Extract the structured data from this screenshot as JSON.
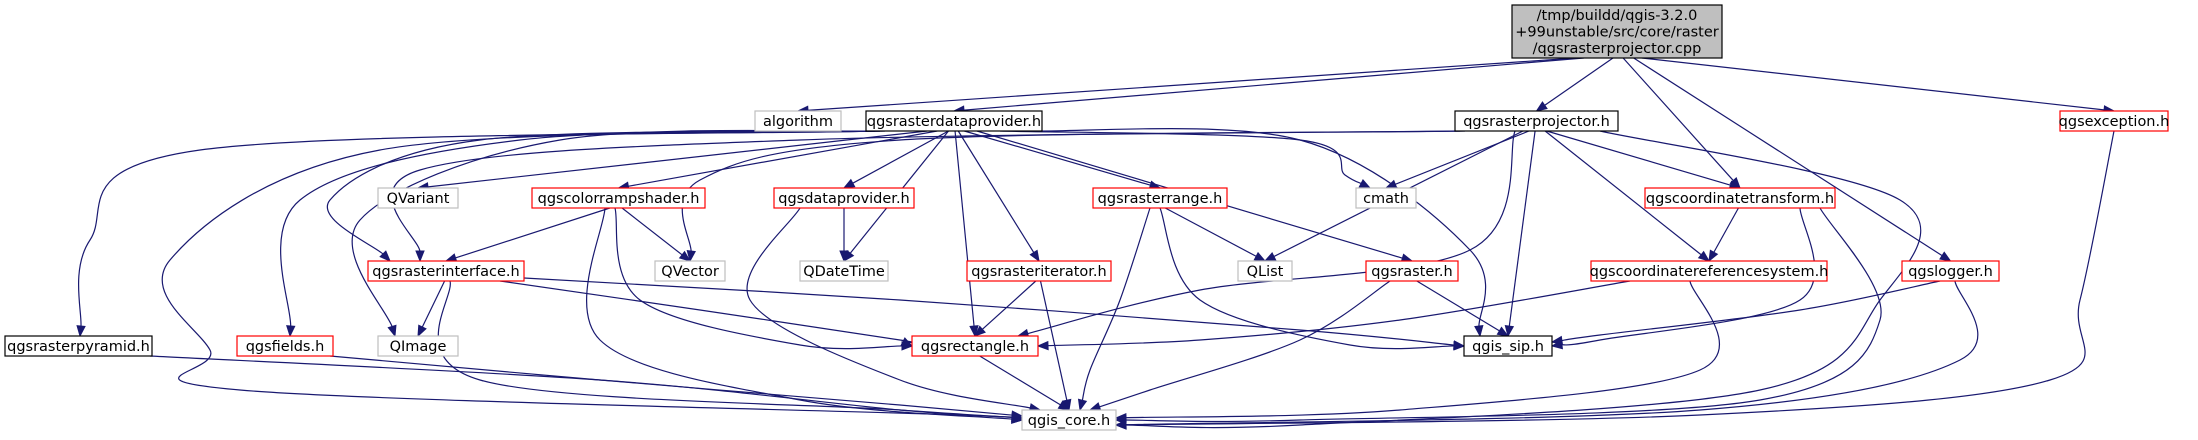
{
  "graph": {
    "colors": {
      "edge": "#191970",
      "root_fill": "#bfbfbf",
      "root_border": "#000000",
      "documented_border": "#000000",
      "incomplete_border": "#ff0000",
      "external_border": "#bfbfbf"
    },
    "nodes": [
      {
        "id": "root",
        "label": "/tmp/buildd/qgis-3.2.0\n+99unstable/src/core/raster\n/qgsrasterprojector.cpp",
        "kind": "root"
      },
      {
        "id": "algorithm",
        "label": "algorithm",
        "kind": "external"
      },
      {
        "id": "qgsrasterdataprovider_h",
        "label": "qgsrasterdataprovider.h",
        "kind": "documented"
      },
      {
        "id": "qgsrasterprojector_h",
        "label": "qgsrasterprojector.h",
        "kind": "documented"
      },
      {
        "id": "qgsexception_h",
        "label": "qgsexception.h",
        "kind": "incomplete"
      },
      {
        "id": "QVariant",
        "label": "QVariant",
        "kind": "external"
      },
      {
        "id": "qgscolorrampshader_h",
        "label": "qgscolorrampshader.h",
        "kind": "incomplete"
      },
      {
        "id": "qgsdataprovider_h",
        "label": "qgsdataprovider.h",
        "kind": "incomplete"
      },
      {
        "id": "qgsrasterrange_h",
        "label": "qgsrasterrange.h",
        "kind": "incomplete"
      },
      {
        "id": "cmath",
        "label": "cmath",
        "kind": "external"
      },
      {
        "id": "qgscoordinatetransform_h",
        "label": "qgscoordinatetransform.h",
        "kind": "incomplete"
      },
      {
        "id": "qgslogger_h",
        "label": "qgslogger.h",
        "kind": "incomplete"
      },
      {
        "id": "qgsrasterinterface_h",
        "label": "qgsrasterinterface.h",
        "kind": "incomplete"
      },
      {
        "id": "QVector",
        "label": "QVector",
        "kind": "external"
      },
      {
        "id": "QDateTime",
        "label": "QDateTime",
        "kind": "external"
      },
      {
        "id": "qgsrasteriterator_h",
        "label": "qgsrasteriterator.h",
        "kind": "incomplete"
      },
      {
        "id": "QList",
        "label": "QList",
        "kind": "external"
      },
      {
        "id": "qgsraster_h",
        "label": "qgsraster.h",
        "kind": "incomplete"
      },
      {
        "id": "qgscoordinatereferencesystem_h",
        "label": "qgscoordinatereferencesystem.h",
        "kind": "incomplete"
      },
      {
        "id": "qgsrasterpyramid_h",
        "label": "qgsrasterpyramid.h",
        "kind": "documented"
      },
      {
        "id": "qgsfields_h",
        "label": "qgsfields.h",
        "kind": "incomplete"
      },
      {
        "id": "QImage",
        "label": "QImage",
        "kind": "external"
      },
      {
        "id": "qgsrectangle_h",
        "label": "qgsrectangle.h",
        "kind": "incomplete"
      },
      {
        "id": "qgis_sip_h",
        "label": "qgis_sip.h",
        "kind": "documented"
      },
      {
        "id": "qgis_core_h",
        "label": "qgis_core.h",
        "kind": "external"
      }
    ],
    "edges": [
      [
        "root",
        "algorithm"
      ],
      [
        "root",
        "qgsrasterdataprovider_h"
      ],
      [
        "root",
        "qgsrasterprojector_h"
      ],
      [
        "root",
        "qgscoordinatetransform_h"
      ],
      [
        "root",
        "qgslogger_h"
      ],
      [
        "root",
        "qgsexception_h"
      ],
      [
        "qgsrasterdataprovider_h",
        "qgsrasterpyramid_h"
      ],
      [
        "qgsrasterdataprovider_h",
        "qgis_core_h"
      ],
      [
        "qgsrasterdataprovider_h",
        "qgsrasterinterface_h"
      ],
      [
        "qgsrasterdataprovider_h",
        "qgsfields_h"
      ],
      [
        "qgsrasterdataprovider_h",
        "QImage"
      ],
      [
        "qgsrasterdataprovider_h",
        "QVariant"
      ],
      [
        "qgsrasterdataprovider_h",
        "qgscolorrampshader_h"
      ],
      [
        "qgsrasterdataprovider_h",
        "qgsdataprovider_h"
      ],
      [
        "qgsrasterdataprovider_h",
        "QDateTime"
      ],
      [
        "qgsrasterdataprovider_h",
        "qgsrectangle_h"
      ],
      [
        "qgsrasterdataprovider_h",
        "qgsrasteriterator_h"
      ],
      [
        "qgsrasterdataprovider_h",
        "qgsrasterrange_h"
      ],
      [
        "qgsrasterdataprovider_h",
        "qgsraster_h"
      ],
      [
        "qgsrasterdataprovider_h",
        "cmath"
      ],
      [
        "qgsrasterdataprovider_h",
        "qgis_sip_h"
      ],
      [
        "qgsrasterprojector_h",
        "qgsrasterinterface_h"
      ],
      [
        "qgsrasterprojector_h",
        "QVector"
      ],
      [
        "qgsrasterprojector_h",
        "cmath"
      ],
      [
        "qgsrasterprojector_h",
        "QList"
      ],
      [
        "qgsrasterprojector_h",
        "qgsrectangle_h"
      ],
      [
        "qgsrasterprojector_h",
        "qgis_sip_h"
      ],
      [
        "qgsrasterprojector_h",
        "qgscoordinatereferencesystem_h"
      ],
      [
        "qgsrasterprojector_h",
        "qgscoordinatetransform_h"
      ],
      [
        "qgsrasterprojector_h",
        "qgis_core_h"
      ],
      [
        "qgscolorrampshader_h",
        "qgsrasterinterface_h"
      ],
      [
        "qgscolorrampshader_h",
        "QVector"
      ],
      [
        "qgscolorrampshader_h",
        "qgsrectangle_h"
      ],
      [
        "qgscolorrampshader_h",
        "qgis_core_h"
      ],
      [
        "qgsdataprovider_h",
        "QDateTime"
      ],
      [
        "qgsdataprovider_h",
        "qgis_core_h"
      ],
      [
        "qgsrasterrange_h",
        "QList"
      ],
      [
        "qgsrasterrange_h",
        "qgis_sip_h"
      ],
      [
        "qgsrasterrange_h",
        "qgis_core_h"
      ],
      [
        "qgscoordinatetransform_h",
        "qgscoordinatereferencesystem_h"
      ],
      [
        "qgscoordinatetransform_h",
        "qgis_sip_h"
      ],
      [
        "qgscoordinatetransform_h",
        "qgis_core_h"
      ],
      [
        "qgslogger_h",
        "qgis_sip_h"
      ],
      [
        "qgslogger_h",
        "qgis_core_h"
      ],
      [
        "qgsexception_h",
        "qgis_core_h"
      ],
      [
        "qgsrasterinterface_h",
        "QImage"
      ],
      [
        "qgsrasterinterface_h",
        "qgsrectangle_h"
      ],
      [
        "qgsrasterinterface_h",
        "qgis_sip_h"
      ],
      [
        "qgsrasterinterface_h",
        "qgis_core_h"
      ],
      [
        "qgsrasteriterator_h",
        "qgsrectangle_h"
      ],
      [
        "qgsrasteriterator_h",
        "qgis_core_h"
      ],
      [
        "qgsraster_h",
        "qgis_sip_h"
      ],
      [
        "qgsraster_h",
        "qgis_core_h"
      ],
      [
        "qgscoordinatereferencesystem_h",
        "qgsrectangle_h"
      ],
      [
        "qgscoordinatereferencesystem_h",
        "qgis_core_h"
      ],
      [
        "qgsrasterpyramid_h",
        "qgis_core_h"
      ],
      [
        "qgsfields_h",
        "qgis_core_h"
      ],
      [
        "qgsrectangle_h",
        "qgis_core_h"
      ]
    ]
  }
}
